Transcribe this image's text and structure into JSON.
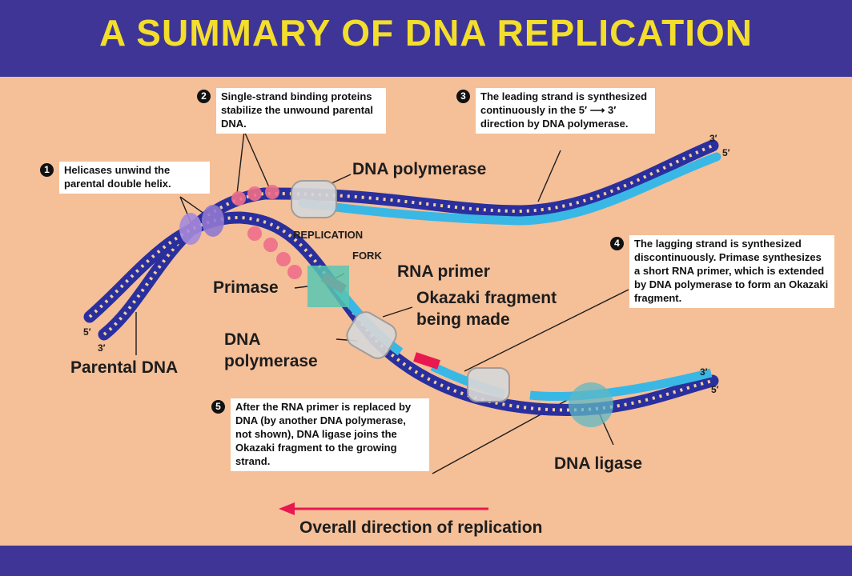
{
  "title": "A SUMMARY OF DNA REPLICATION",
  "steps": [
    {
      "num": "1",
      "text": "Helicases unwind the parental double helix."
    },
    {
      "num": "2",
      "text": "Single-strand binding proteins stabilize the unwound parental DNA."
    },
    {
      "num": "3",
      "text": "The leading strand is synthesized continuously in the 5′ ⟶ 3′ direction by DNA polymerase."
    },
    {
      "num": "4",
      "text": "The lagging strand is synthesized discontinuously. Primase synthesizes a short RNA primer, which is extended by DNA polymerase to form an Okazaki fragment."
    },
    {
      "num": "5",
      "text": "After the RNA primer is replaced by DNA (by another DNA polymerase, not shown), DNA ligase joins the Okazaki fragment to the growing strand."
    }
  ],
  "labels": {
    "dna_polymerase_top": "DNA polymerase",
    "replication": "REPLICATION",
    "fork": "FORK",
    "rna_primer": "RNA primer",
    "primase": "Primase",
    "okazaki_line1": "Okazaki fragment",
    "okazaki_line2": "being made",
    "dna_polymerase_line1": "DNA",
    "dna_polymerase_line2": "polymerase",
    "parental_dna": "Parental DNA",
    "dna_ligase": "DNA ligase",
    "overall_direction": "Overall direction of replication"
  },
  "ends": {
    "top_3": "3′",
    "top_5": "5′",
    "left_5": "5′",
    "left_3": "3′",
    "bottom_3": "3′",
    "bottom_5": "5′"
  },
  "colors": {
    "background": "#3f3596",
    "panel": "#f5bf98",
    "title": "#f3de2c",
    "parental_strand": "#2a2f9e",
    "new_strand": "#39b8e6",
    "rna_primer": "#e8194f",
    "arrow": "#e8194f"
  }
}
